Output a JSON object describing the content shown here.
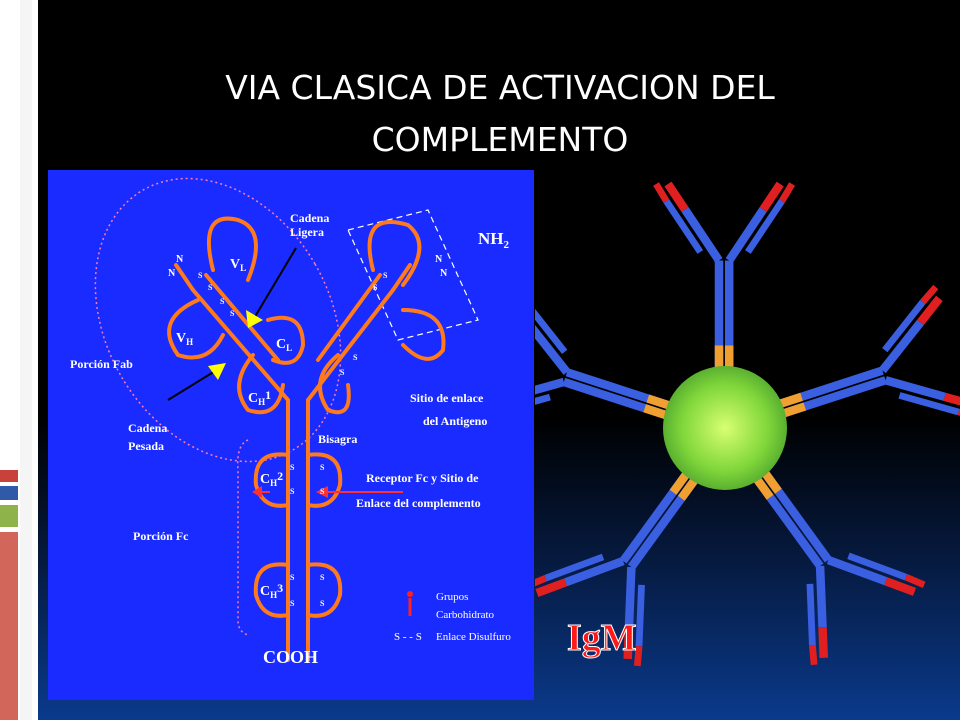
{
  "slide": {
    "title_line1": "VIA CLASICA DE ACTIVACION DEL",
    "title_line2": "COMPLEMENTO"
  },
  "antibody_diagram": {
    "labels": {
      "light_chain": [
        "Cadena",
        "Ligera"
      ],
      "heavy_chain": [
        "Cadena",
        "Pesada"
      ],
      "fab": "Porción Fab",
      "fc": "Porción Fc",
      "hinge": "Bisagra",
      "fc_receptor": [
        "Receptor Fc y Sitio de",
        "Enlace del complemento"
      ],
      "antigen_site": [
        "Sitio de enlace",
        "del Antigeno"
      ],
      "nh2": "NH",
      "nh2_sub": "2",
      "cooh": "COOH",
      "vl": "V",
      "vl_sub": "L",
      "cl": "C",
      "cl_sub": "L",
      "vh": "V",
      "vh_sub": "H",
      "ch1": "C",
      "ch1_sub": "H",
      "ch1_num": "1",
      "ch2": "C",
      "ch2_sub": "H",
      "ch2_num": "2",
      "ch3": "C",
      "ch3_sub": "H",
      "ch3_num": "3",
      "n": "N",
      "s": "S",
      "legend_carb": [
        "Grupos",
        "Carbohidrato"
      ],
      "legend_ss_symbol": "S - - S",
      "legend_ss": "Enlace Disulfuro"
    }
  },
  "igm_diagram": {
    "label": "IgM",
    "colors": {
      "chain": "#3a5fe0",
      "tip": "#e02020",
      "center": "#7fd63a",
      "joint": "#f0a030"
    }
  }
}
